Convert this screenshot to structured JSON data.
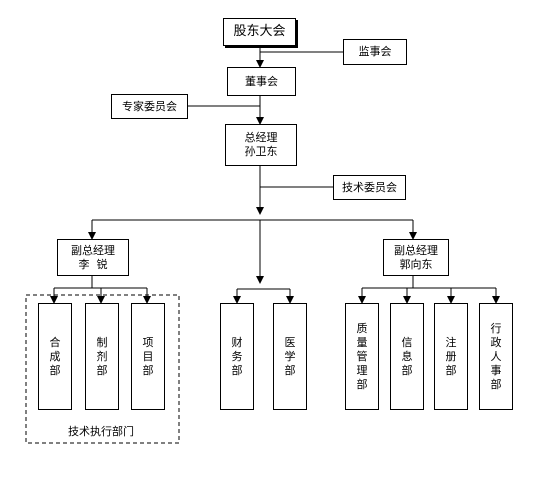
{
  "nodes": {
    "shareholders": "股东大会",
    "supervisors": "监事会",
    "board": "董事会",
    "experts": "专家委员会",
    "gm_title": "总经理",
    "gm_name": "孙卫东",
    "tech_committee": "技术委员会",
    "vgm_left_title": "副总经理",
    "vgm_left_name": "李  锐",
    "vgm_right_title": "副总经理",
    "vgm_right_name": "郭向东",
    "dept_synthesis": "合成部",
    "dept_formulation": "制剂部",
    "dept_project": "项目部",
    "dept_finance": "财务部",
    "dept_medical": "医学部",
    "dept_quality": "质量管理部",
    "dept_info": "信息部",
    "dept_registration": "注册部",
    "dept_hr": "行政人事部"
  },
  "group_label": "技术执行部门"
}
